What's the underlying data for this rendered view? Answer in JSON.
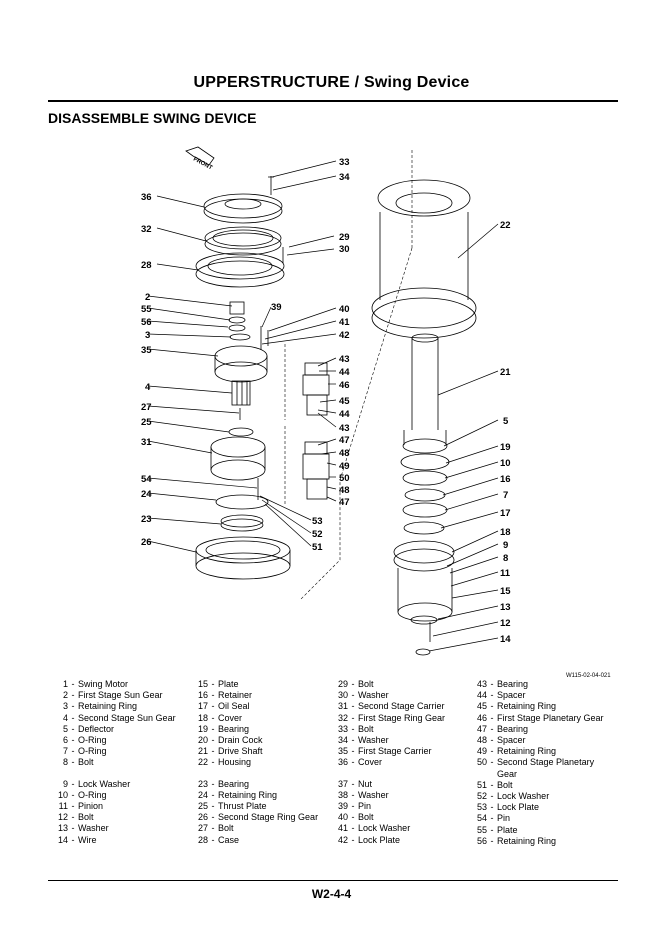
{
  "header": {
    "title": "UPPERSTRUCTURE / Swing Device"
  },
  "section": {
    "title": "DISASSEMBLE SWING DEVICE"
  },
  "figure": {
    "code": "W115-02-04-021",
    "front_label": "FRONT"
  },
  "callouts": [
    "33",
    "34",
    "36",
    "29",
    "30",
    "32",
    "28",
    "2",
    "39",
    "55",
    "40",
    "56",
    "41",
    "42",
    "3",
    "35",
    "43",
    "44",
    "46",
    "4",
    "45",
    "27",
    "44",
    "43",
    "25",
    "31",
    "47",
    "48",
    "49",
    "50",
    "54",
    "48",
    "47",
    "24",
    "53",
    "23",
    "52",
    "51",
    "26",
    "22",
    "21",
    "5",
    "19",
    "10",
    "16",
    "7",
    "17",
    "18",
    "9",
    "8",
    "11",
    "15",
    "13",
    "12",
    "14"
  ],
  "legend": {
    "col1": [
      {
        "n": "1",
        "t": "Swing Motor"
      },
      {
        "n": "2",
        "t": "First Stage Sun Gear"
      },
      {
        "n": "3",
        "t": "Retaining Ring"
      },
      {
        "n": "4",
        "t": "Second Stage Sun Gear"
      },
      {
        "n": "5",
        "t": "Deflector"
      },
      {
        "n": "6",
        "t": "O-Ring"
      },
      {
        "n": "7",
        "t": "O-Ring"
      },
      {
        "n": "8",
        "t": "Bolt"
      },
      {
        "gap": true
      },
      {
        "n": "9",
        "t": "Lock Washer"
      },
      {
        "n": "10",
        "t": "O-Ring"
      },
      {
        "n": "11",
        "t": "Pinion"
      },
      {
        "n": "12",
        "t": "Bolt"
      },
      {
        "n": "13",
        "t": "Washer"
      },
      {
        "n": "14",
        "t": "Wire"
      }
    ],
    "col2": [
      {
        "n": "15",
        "t": "Plate"
      },
      {
        "n": "16",
        "t": "Retainer"
      },
      {
        "n": "17",
        "t": "Oil Seal"
      },
      {
        "n": "18",
        "t": "Cover"
      },
      {
        "n": "19",
        "t": "Bearing"
      },
      {
        "n": "20",
        "t": "Drain Cock"
      },
      {
        "n": "21",
        "t": "Drive Shaft"
      },
      {
        "n": "22",
        "t": "Housing"
      },
      {
        "gap": true
      },
      {
        "n": "23",
        "t": "Bearing"
      },
      {
        "n": "24",
        "t": "Retaining Ring"
      },
      {
        "n": "25",
        "t": "Thrust Plate"
      },
      {
        "n": "26",
        "t": "Second Stage Ring Gear"
      },
      {
        "n": "27",
        "t": "Bolt"
      },
      {
        "n": "28",
        "t": "Case"
      }
    ],
    "col3": [
      {
        "n": "29",
        "t": "Bolt"
      },
      {
        "n": "30",
        "t": "Washer"
      },
      {
        "n": "31",
        "t": "Second Stage Carrier"
      },
      {
        "n": "32",
        "t": "First Stage Ring Gear"
      },
      {
        "n": "33",
        "t": "Bolt"
      },
      {
        "n": "34",
        "t": "Washer"
      },
      {
        "n": "35",
        "t": "First Stage Carrier"
      },
      {
        "n": "36",
        "t": "Cover"
      },
      {
        "gap": true
      },
      {
        "n": "37",
        "t": "Nut"
      },
      {
        "n": "38",
        "t": "Washer"
      },
      {
        "n": "39",
        "t": "Pin"
      },
      {
        "n": "40",
        "t": "Bolt"
      },
      {
        "n": "41",
        "t": "Lock Washer"
      },
      {
        "n": "42",
        "t": "Lock Plate"
      }
    ],
    "col4": [
      {
        "n": "43",
        "t": "Bearing"
      },
      {
        "n": "44",
        "t": "Spacer"
      },
      {
        "n": "45",
        "t": "Retaining Ring"
      },
      {
        "n": "46",
        "t": "First Stage Planetary Gear"
      },
      {
        "n": "47",
        "t": "Bearing"
      },
      {
        "n": "48",
        "t": "Spacer"
      },
      {
        "n": "49",
        "t": "Retaining Ring"
      },
      {
        "n": "50",
        "t": "Second Stage Planetary"
      },
      {
        "n": "",
        "t": "Gear"
      },
      {
        "n": "51",
        "t": "Bolt"
      },
      {
        "n": "52",
        "t": "Lock Washer"
      },
      {
        "n": "53",
        "t": "Lock Plate"
      },
      {
        "n": "54",
        "t": "Pin"
      },
      {
        "n": "55",
        "t": "Plate"
      },
      {
        "n": "56",
        "t": "Retaining Ring"
      }
    ]
  },
  "footer": {
    "page": "W2-4-4"
  }
}
